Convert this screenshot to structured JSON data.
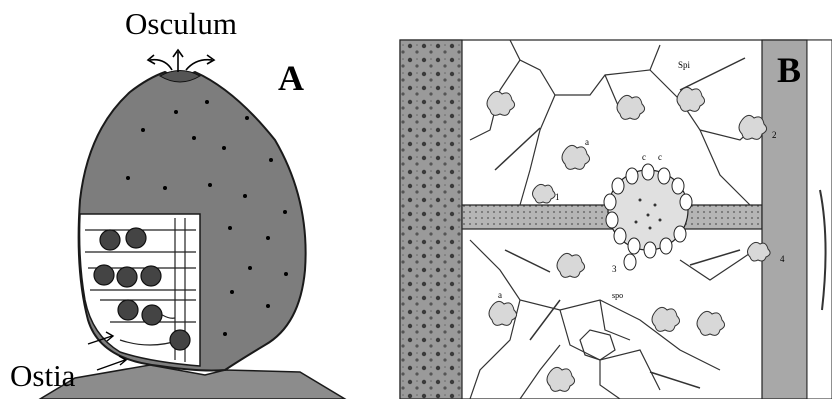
{
  "panel_a": {
    "title_label": "Osculum",
    "panel_letter": "A",
    "side_label": "Ostia",
    "colors": {
      "body_fill": "#7d7d7d",
      "outline": "#1a1a1a",
      "base_fill": "#8c8c8c"
    }
  },
  "panel_b": {
    "panel_letter": "B",
    "annotations": [
      "Spi",
      "a",
      "c",
      "c",
      "1",
      "2",
      "3",
      "4",
      "a",
      "spo"
    ],
    "colors": {
      "wall_fill": "#a8a8a8",
      "outline": "#222222"
    }
  }
}
